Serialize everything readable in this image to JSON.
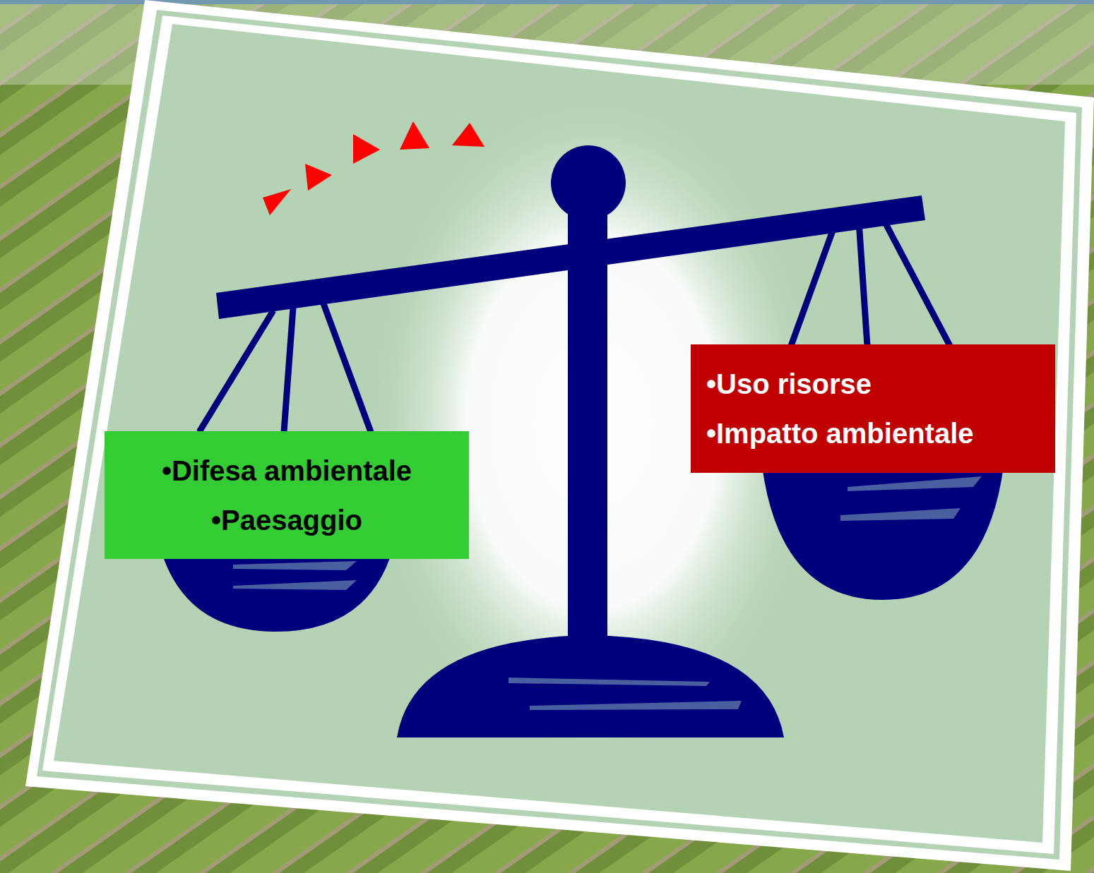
{
  "diagram": {
    "nodes": [
      {
        "text": [
          "•Difesa ambientale",
          "•Paesaggio"
        ]
      },
      {
        "text": [
          "•Uso risorse",
          "•Impatto ambientale"
        ]
      }
    ]
  }
}
